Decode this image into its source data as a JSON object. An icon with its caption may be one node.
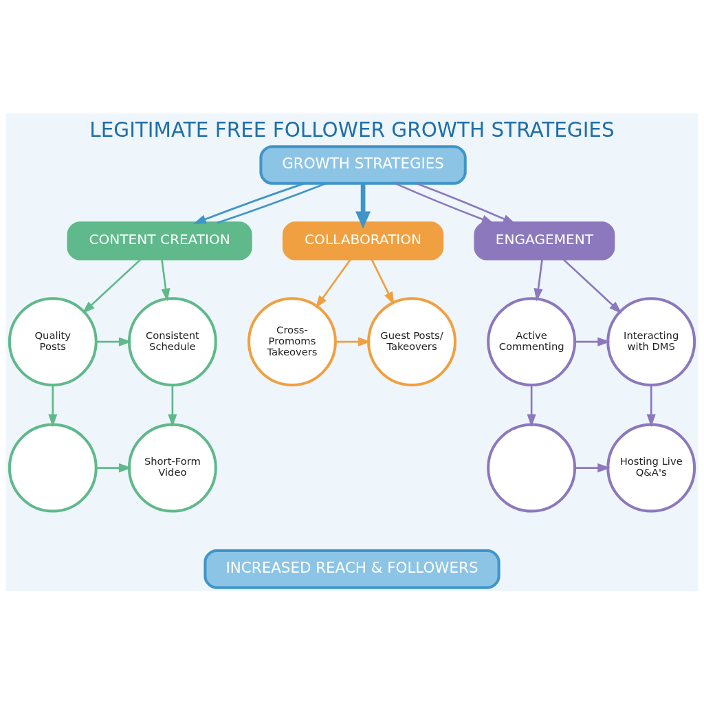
{
  "diagram": {
    "title": "LEGITIMATE FREE FOLLOWER GROWTH STRATEGIES",
    "nodes": [
      {
        "text": [
          "GROWTH STRATEGIES"
        ]
      },
      {
        "text": [
          "CONTENT CREATION"
        ]
      },
      {
        "text": [
          "COLLABORATION"
        ]
      },
      {
        "text": [
          "ENGAGEMENT"
        ]
      },
      {
        "text": [
          "Quality Posts"
        ]
      },
      {
        "text": [
          "Consistent Schedule"
        ]
      },
      {
        "text": [],
        "shape": "circle"
      },
      {
        "text": [
          "Short-Form Video"
        ]
      },
      {
        "text": [
          "Cross-Promoms Takeovers"
        ]
      },
      {
        "text": [
          "Guest Posts/ Takeovers"
        ]
      },
      {
        "text": [
          "Active Commenting"
        ]
      },
      {
        "text": [
          "Interacting with DMS"
        ]
      },
      {
        "text": [],
        "shape": "circle"
      },
      {
        "text": [
          "Hosting Live Q&A's"
        ]
      },
      {
        "text": [
          "INCREASED REACH & FOLLOWERS"
        ]
      }
    ],
    "edges": [
      {
        "from": 0,
        "to": 1,
        "arrow": "to",
        "color": "#3f95c8"
      },
      {
        "from": 0,
        "to": 1,
        "arrow": "none",
        "color": "#3f95c8"
      },
      {
        "from": 0,
        "to": 2,
        "arrow": "to",
        "style": "thick",
        "color": "#3f95c8"
      },
      {
        "from": 0,
        "to": 3,
        "arrow": "to",
        "color": "#8b78bd"
      },
      {
        "from": 0,
        "to": 3,
        "arrow": "to",
        "color": "#8b78bd"
      },
      {
        "from": 1,
        "to": 4,
        "arrow": "to",
        "color": "#5fb98a"
      },
      {
        "from": 1,
        "to": 5,
        "arrow": "to",
        "color": "#5fb98a"
      },
      {
        "from": 4,
        "to": 5,
        "arrow": "to",
        "color": "#5fb98a"
      },
      {
        "from": 4,
        "to": 6,
        "arrow": "to",
        "color": "#5fb98a"
      },
      {
        "from": 5,
        "to": 7,
        "arrow": "to",
        "color": "#5fb98a"
      },
      {
        "from": 6,
        "to": 7,
        "arrow": "to",
        "color": "#5fb98a"
      },
      {
        "from": 2,
        "to": 8,
        "arrow": "to",
        "color": "#f0a040"
      },
      {
        "from": 2,
        "to": 9,
        "arrow": "to",
        "color": "#f0a040"
      },
      {
        "from": 8,
        "to": 9,
        "arrow": "to",
        "color": "#f0a040"
      },
      {
        "from": 3,
        "to": 10,
        "arrow": "to",
        "color": "#8b78bd"
      },
      {
        "from": 3,
        "to": 11,
        "arrow": "to",
        "color": "#8b78bd"
      },
      {
        "from": 10,
        "to": 11,
        "arrow": "to",
        "color": "#8b78bd"
      },
      {
        "from": 10,
        "to": 12,
        "arrow": "to",
        "color": "#8b78bd"
      },
      {
        "from": 11,
        "to": 13,
        "arrow": "to",
        "color": "#8b78bd"
      },
      {
        "from": 12,
        "to": 13,
        "arrow": "to",
        "color": "#8b78bd"
      }
    ]
  }
}
